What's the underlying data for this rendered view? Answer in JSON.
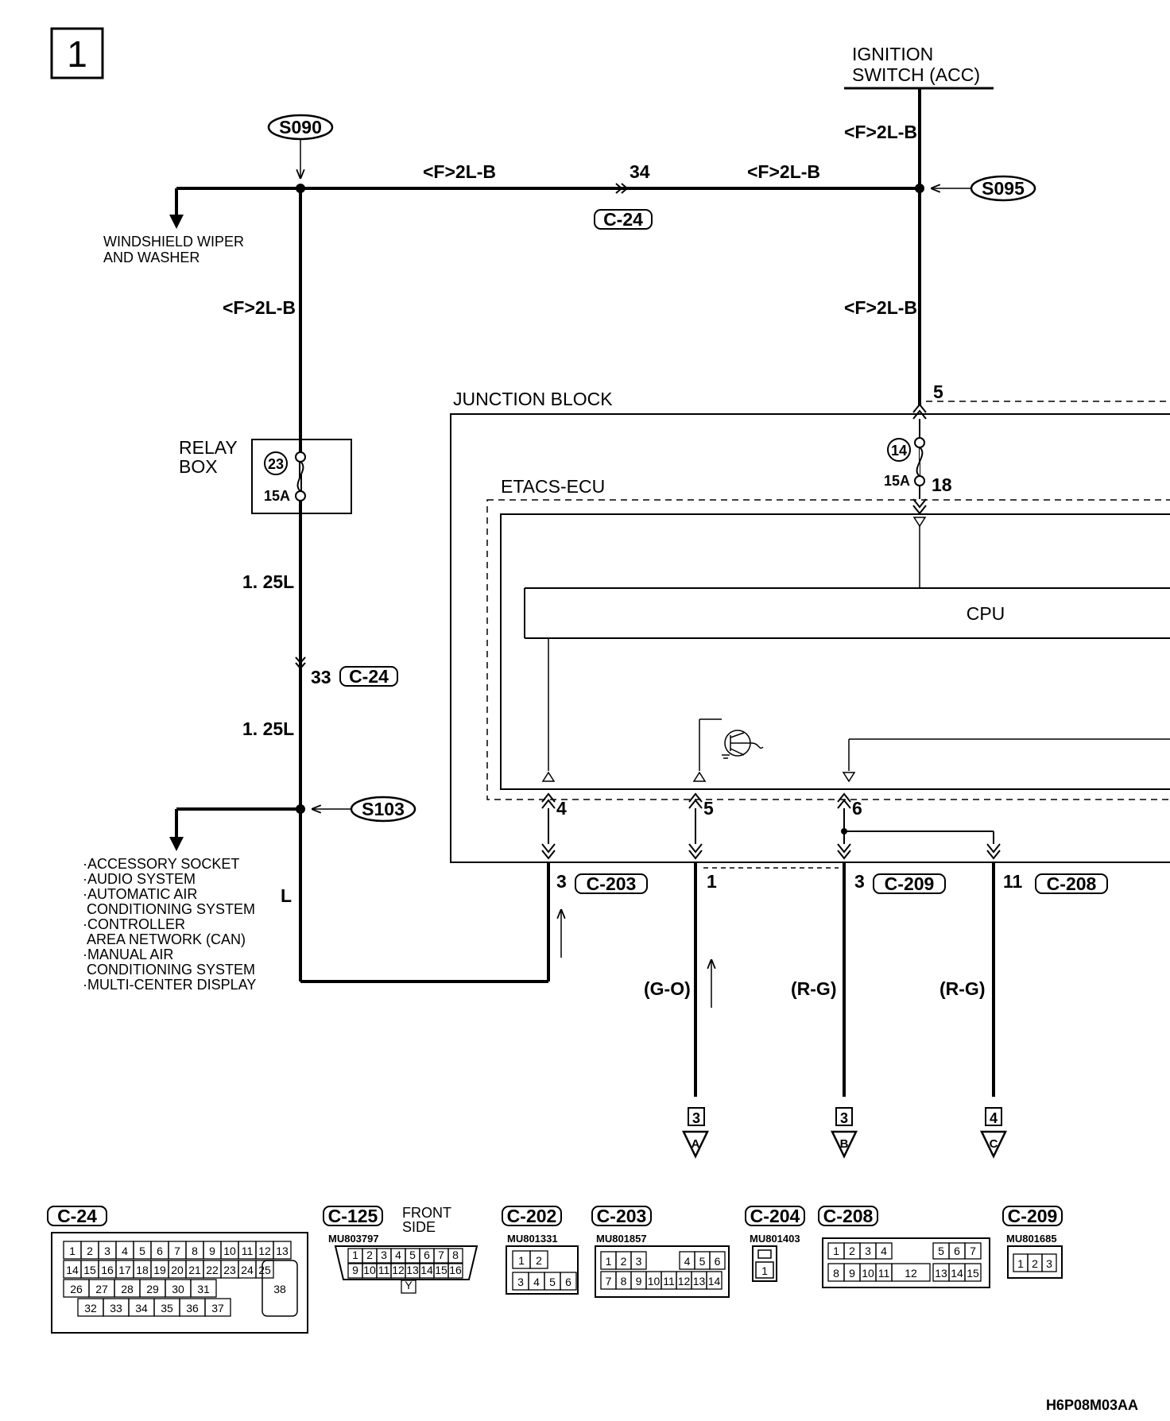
{
  "page_number": "1",
  "figure_code": "H6P08M03AA",
  "ignition": {
    "line1": "IGNITION",
    "line2": "SWITCH (ACC)"
  },
  "splices": {
    "s090": "S090",
    "s095": "S095",
    "s103": "S103"
  },
  "wires": {
    "f2lb": "<F>2L-B",
    "w125l": "1. 25L",
    "l": "L",
    "go": "(G-O)",
    "rg": "(R-G)"
  },
  "pins": {
    "p34": "34",
    "p33": "33",
    "p5_jb": "5",
    "p18": "18",
    "p4": "4",
    "p5": "5",
    "p6": "6",
    "p3a": "3",
    "p1": "1",
    "p3b": "3",
    "p11": "11"
  },
  "connector_refs": {
    "c24": "C-24",
    "c203": "C-203",
    "c209": "C-209",
    "c208": "C-208"
  },
  "labels": {
    "windshield_1": "WINDSHIELD WIPER",
    "windshield_2": "AND WASHER",
    "junction_block": "JUNCTION BLOCK",
    "etacs": "ETACS-ECU",
    "cpu": "CPU",
    "relay_box_1": "RELAY",
    "relay_box_2": "BOX"
  },
  "fuses": {
    "relay": {
      "num": "23",
      "amp": "15A"
    },
    "jb": {
      "num": "14",
      "amp": "15A"
    }
  },
  "accessory_list": [
    "·ACCESSORY SOCKET",
    "·AUDIO SYSTEM",
    "·AUTOMATIC AIR",
    "CONDITIONING SYSTEM",
    "·CONTROLLER",
    "AREA NETWORK (CAN)",
    "·MANUAL AIR",
    "CONDITIONING SYSTEM",
    "·MULTI-CENTER DISPLAY"
  ],
  "continuations": [
    {
      "page": "3",
      "letter": "A"
    },
    {
      "page": "3",
      "letter": "B"
    },
    {
      "page": "4",
      "letter": "C"
    }
  ],
  "connectors": {
    "c24": {
      "name": "C-24",
      "row1": [
        "1",
        "2",
        "3",
        "4",
        "5",
        "6",
        "7",
        "8",
        "9",
        "10",
        "11",
        "12",
        "13"
      ],
      "row2": [
        "14",
        "15",
        "16",
        "17",
        "18",
        "19",
        "20",
        "21",
        "22",
        "23",
        "24",
        "25"
      ],
      "row3": [
        "26",
        "27",
        "28",
        "29",
        "30",
        "31"
      ],
      "row4": [
        "32",
        "33",
        "34",
        "35",
        "36",
        "37"
      ],
      "big": "38"
    },
    "c125": {
      "name": "C-125",
      "part": "MU803797",
      "side1": "FRONT",
      "side2": "SIDE",
      "row1": [
        "1",
        "2",
        "3",
        "4",
        "5",
        "6",
        "7",
        "8"
      ],
      "row2": [
        "9",
        "10",
        "11",
        "12",
        "13",
        "14",
        "15",
        "16"
      ],
      "key": "Y"
    },
    "c202": {
      "name": "C-202",
      "part": "MU801331",
      "row1": [
        "1",
        "2"
      ],
      "row2": [
        "3",
        "4",
        "5",
        "6"
      ]
    },
    "c203": {
      "name": "C-203",
      "part": "MU801857",
      "row1": [
        "1",
        "2",
        "3",
        "4",
        "5",
        "6"
      ],
      "row2": [
        "7",
        "8",
        "9",
        "10",
        "11",
        "12",
        "13",
        "14"
      ]
    },
    "c204": {
      "name": "C-204",
      "part": "MU801403",
      "pin": "1"
    },
    "c208": {
      "name": "C-208",
      "part": "",
      "row1": [
        "1",
        "2",
        "3",
        "4",
        "5",
        "6",
        "7"
      ],
      "row2": [
        "8",
        "9",
        "10",
        "11",
        "12",
        "13",
        "14",
        "15"
      ]
    },
    "c209": {
      "name": "C-209",
      "part": "MU801685",
      "row1": [
        "1",
        "2",
        "3"
      ]
    }
  }
}
